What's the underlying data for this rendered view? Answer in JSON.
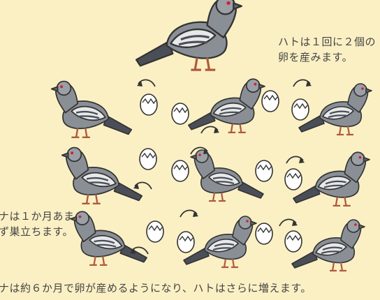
{
  "texts": {
    "intro_line1": "ハトは１回に２個の",
    "intro_line2": "卵を産みます。",
    "left_line1": "ナは１か月あま",
    "left_line2": "ず巣立ちます。",
    "bottom": "ナは約６か月で卵が産めるようになり、ハトはさらに増えます。"
  },
  "icons": {
    "pigeon": "pigeon-icon",
    "egg": "cracked-egg-icon",
    "arrow": "curved-arrow-icon"
  },
  "colors": {
    "background": "#fbf0c4",
    "pigeon_body": "#8a8f96",
    "pigeon_light": "#e6e8ea",
    "pigeon_dark": "#4a4f57",
    "egg": "#ffffff",
    "outline": "#333333"
  }
}
